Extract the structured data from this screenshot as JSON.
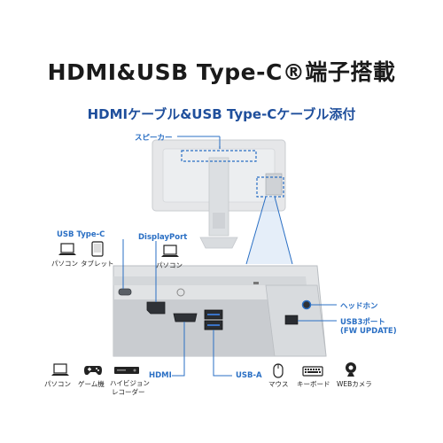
{
  "title": "HDMI&USB Type-C®端子搭載",
  "subtitle": "HDMIケーブル&USB Type-Cケーブル添付",
  "labels": {
    "speaker": "スピーカー",
    "usb_type_c": "USB Type-C",
    "displayport": "DisplayPort",
    "hdmi": "HDMI",
    "usb_a": "USB-A",
    "headphone": "ヘッドホン",
    "usb3_port": "USB3ポート",
    "fw_update": "(FW UPDATE)"
  },
  "devices": {
    "usbc_pc": "パソコン",
    "usbc_tablet": "タブレット",
    "dp_pc": "パソコン",
    "hdmi_pc": "パソコン",
    "hdmi_game": "ゲーム機",
    "hdmi_recorder_line1": "ハイビジョン",
    "hdmi_recorder_line2": "レコーダー",
    "usba_mouse": "マウス",
    "usba_keyboard": "キーボード",
    "usba_webcam": "WEBカメラ"
  },
  "colors": {
    "accent": "#2a6fc4",
    "title": "#1a1a1a",
    "subtitle": "#1f4f9c",
    "monitor": "#e4e6e8"
  }
}
